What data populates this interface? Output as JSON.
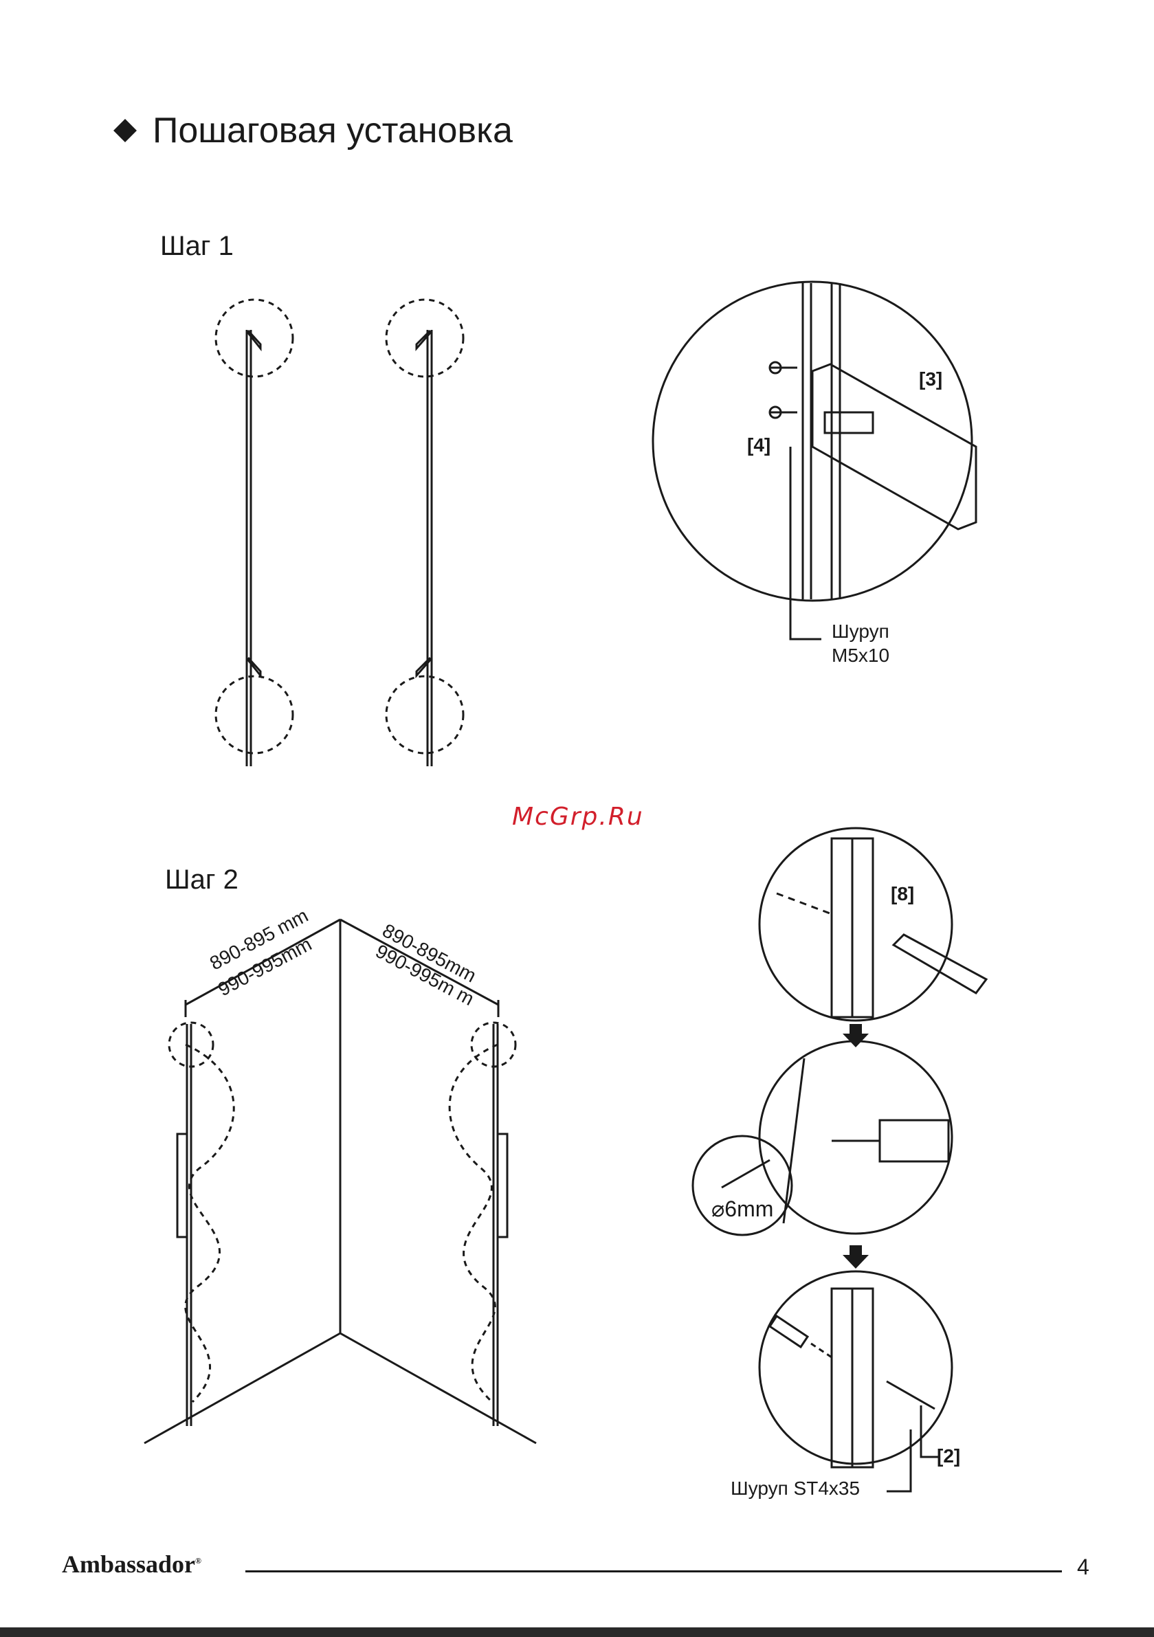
{
  "heading": {
    "text": "Пошаговая установка"
  },
  "step1": {
    "title": "Шаг 1",
    "callout3": "[3]",
    "callout4": "[4]",
    "screw_label_1": "Шуруп",
    "screw_label_2": "M5x10"
  },
  "watermark": "McGrp.Ru",
  "step2": {
    "title": "Шаг 2",
    "dim_left_1": "890-895 mm",
    "dim_left_2": "990-995mm",
    "dim_right_1": "890-895mm",
    "dim_right_2": "990-995m m",
    "callout8": "[8]",
    "drill": "6mm",
    "callout2": "[2]",
    "screw_label": "Шуруп ST4x35"
  },
  "footer": {
    "brand": "Ambassador",
    "page": "4"
  }
}
